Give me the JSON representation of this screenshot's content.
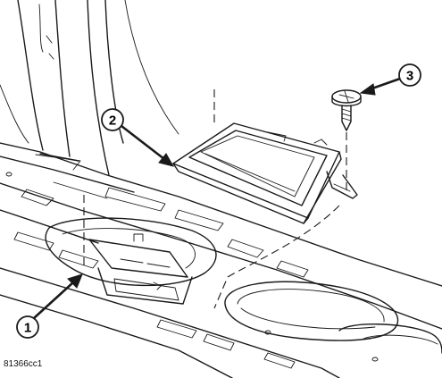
{
  "diagram": {
    "figure_id": "81366cc1",
    "callouts": [
      {
        "number": "1"
      },
      {
        "number": "2"
      },
      {
        "number": "3"
      }
    ]
  }
}
